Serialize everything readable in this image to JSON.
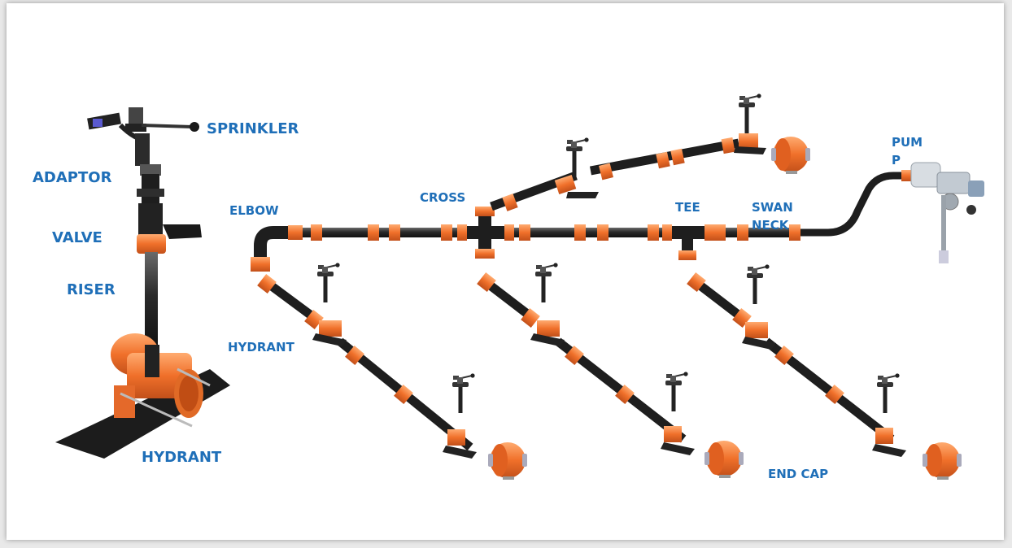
{
  "labels": {
    "sprinkler": "SPRINKLER",
    "adaptor": "ADAPTOR",
    "valve": "VALVE",
    "riser": "RISER",
    "hydrant_main": "HYDRANT",
    "elbow": "ELBOW",
    "hydrant_branch": "HYDRANT",
    "cross": "CROSS",
    "tee": "TEE",
    "swan_neck": "SWAN\nNECK",
    "pump": "PUM\nP",
    "end_cap": "END CAP"
  },
  "colors": {
    "label": "#1f6fb8",
    "fitting": "#f07a3a",
    "pipe": "#3a3a3a",
    "metal": "#bfc6cc"
  },
  "icons": [
    "sprinkler-icon",
    "end-cap-icon",
    "pump-icon",
    "hydrant-icon"
  ]
}
